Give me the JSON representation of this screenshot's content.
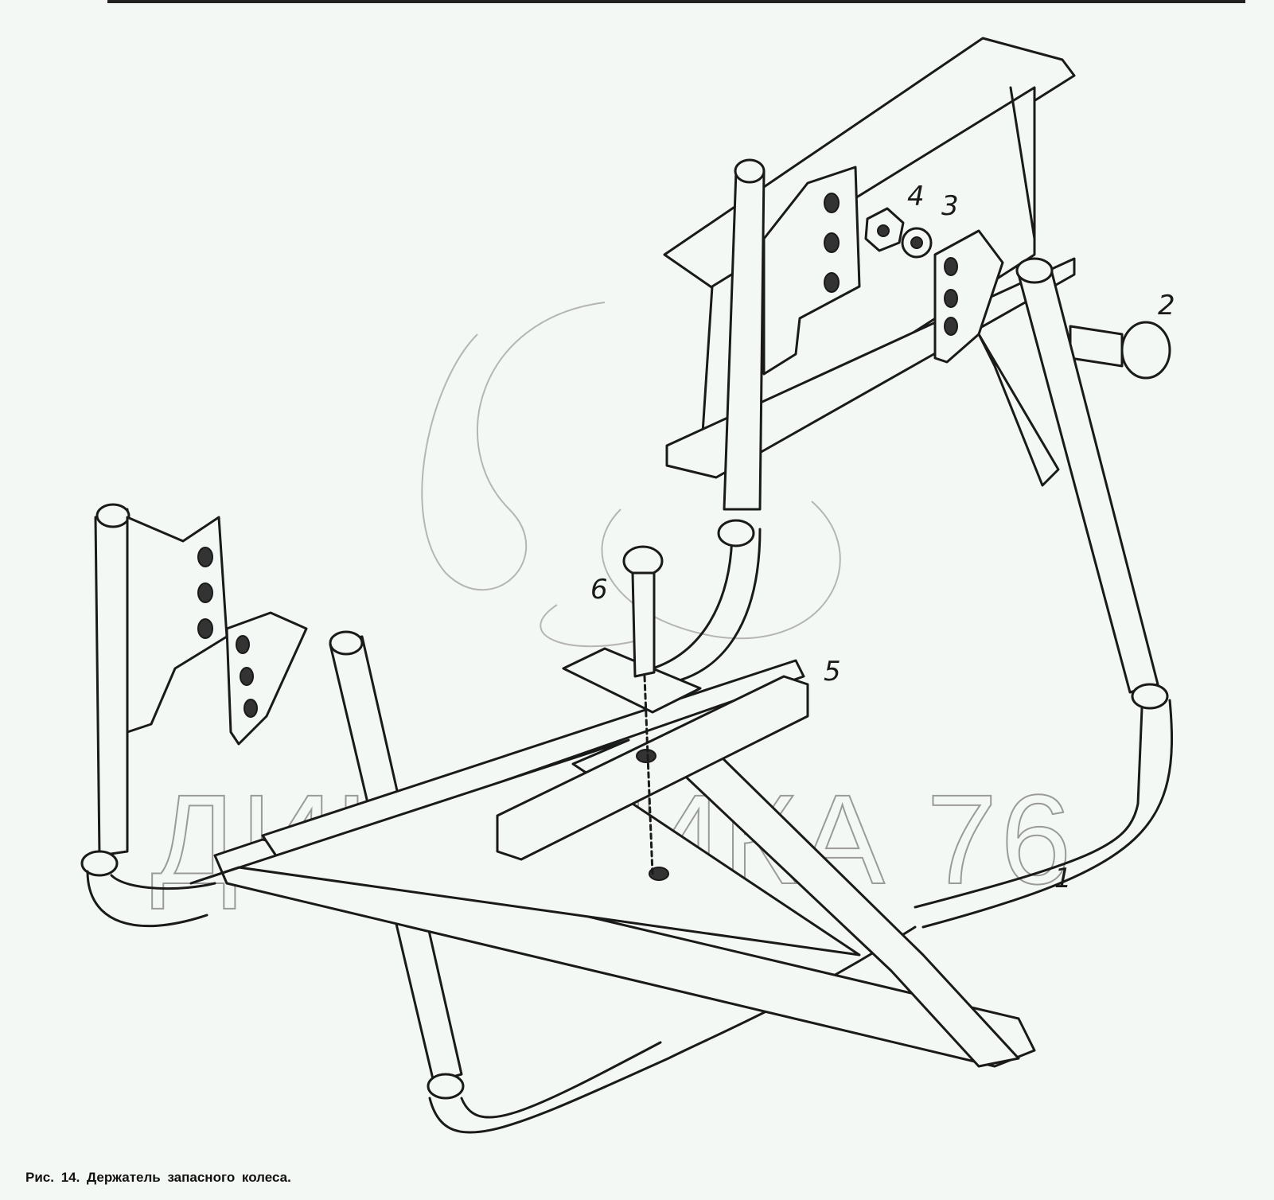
{
  "figure": {
    "caption": "Рис. 14. Держатель запасного колеса.",
    "callouts": [
      "1",
      "2",
      "3",
      "4",
      "5",
      "6"
    ],
    "watermark": "ДИНАМИКА 76"
  }
}
